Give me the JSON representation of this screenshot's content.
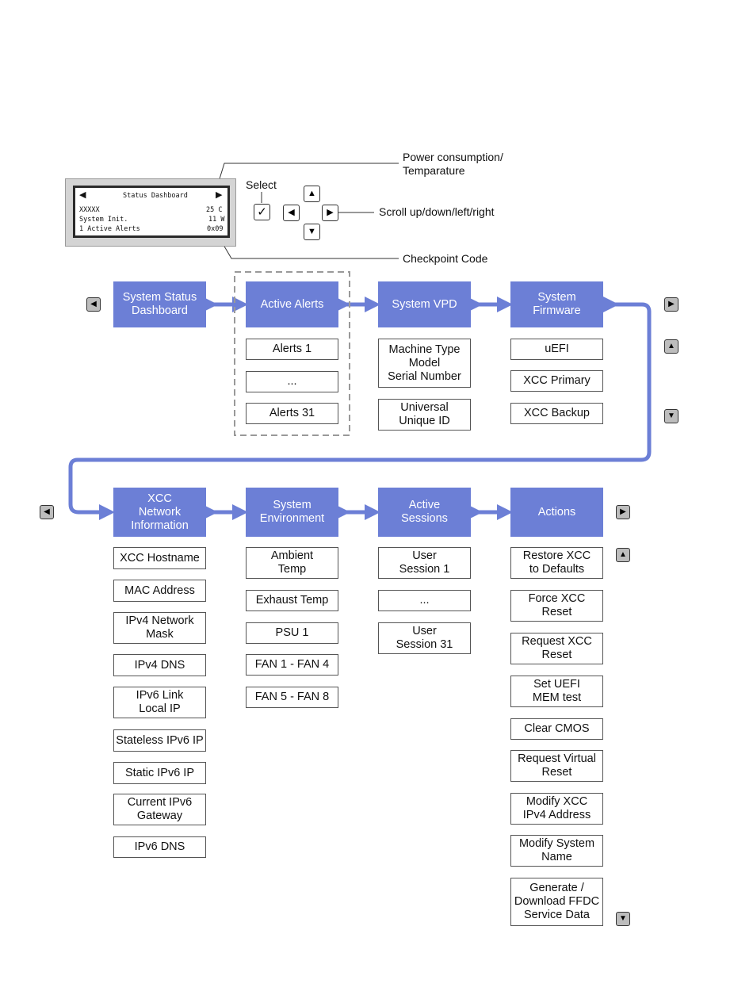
{
  "lcd": {
    "title": "Status Dashboard",
    "left_arrow": "◀",
    "right_arrow": "▶",
    "line1_left": "XXXXX",
    "line1_right": "25 C",
    "line2_left": "System Init.",
    "line2_right": "11 W",
    "line3_left": "1 Active Alerts",
    "line3_right": "0x09"
  },
  "callouts": {
    "power": "Power consumption/\nTemparature",
    "scroll": "Scroll up/down/left/right",
    "checkpoint": "Checkpoint Code",
    "select": "Select"
  },
  "buttons": {
    "select_glyph": "✓",
    "up_glyph": "▲",
    "down_glyph": "▼",
    "left_glyph": "◀",
    "right_glyph": "▶"
  },
  "row1": {
    "headers": [
      "System Status\nDashboard",
      "Active Alerts",
      "System VPD",
      "System\nFirmware"
    ],
    "active_alerts": [
      "Alerts 1",
      "...",
      "Alerts 31"
    ],
    "system_vpd": [
      "Machine Type\nModel\nSerial Number",
      "Universal\nUnique ID"
    ],
    "system_firmware": [
      "uEFI",
      "XCC Primary",
      "XCC Backup"
    ]
  },
  "row2": {
    "headers": [
      "XCC\nNetwork\nInformation",
      "System\nEnvironment",
      "Active\nSessions",
      "Actions"
    ],
    "xcc_network": [
      "XCC Hostname",
      "MAC Address",
      "IPv4 Network\nMask",
      "IPv4 DNS",
      "IPv6 Link\nLocal IP",
      "Stateless IPv6 IP",
      "Static IPv6 IP",
      "Current IPv6\nGateway",
      "IPv6 DNS"
    ],
    "system_environment": [
      "Ambient\nTemp",
      "Exhaust Temp",
      "PSU 1",
      "FAN 1 - FAN 4",
      "FAN 5 - FAN 8"
    ],
    "active_sessions": [
      "User\nSession 1",
      "...",
      "User\nSession 31"
    ],
    "actions": [
      "Restore XCC\nto Defaults",
      "Force XCC\nReset",
      "Request XCC\nReset",
      "Set UEFI\nMEM test",
      "Clear CMOS",
      "Request Virtual\nReset",
      "Modify XCC\nIPv4 Address",
      "Modify System\nName",
      "Generate /\nDownload FFDC\nService Data"
    ]
  },
  "colors": {
    "header_fill": "#6c7fd6",
    "connector": "#6c7fd6",
    "side_button": "#bdbdbd"
  }
}
